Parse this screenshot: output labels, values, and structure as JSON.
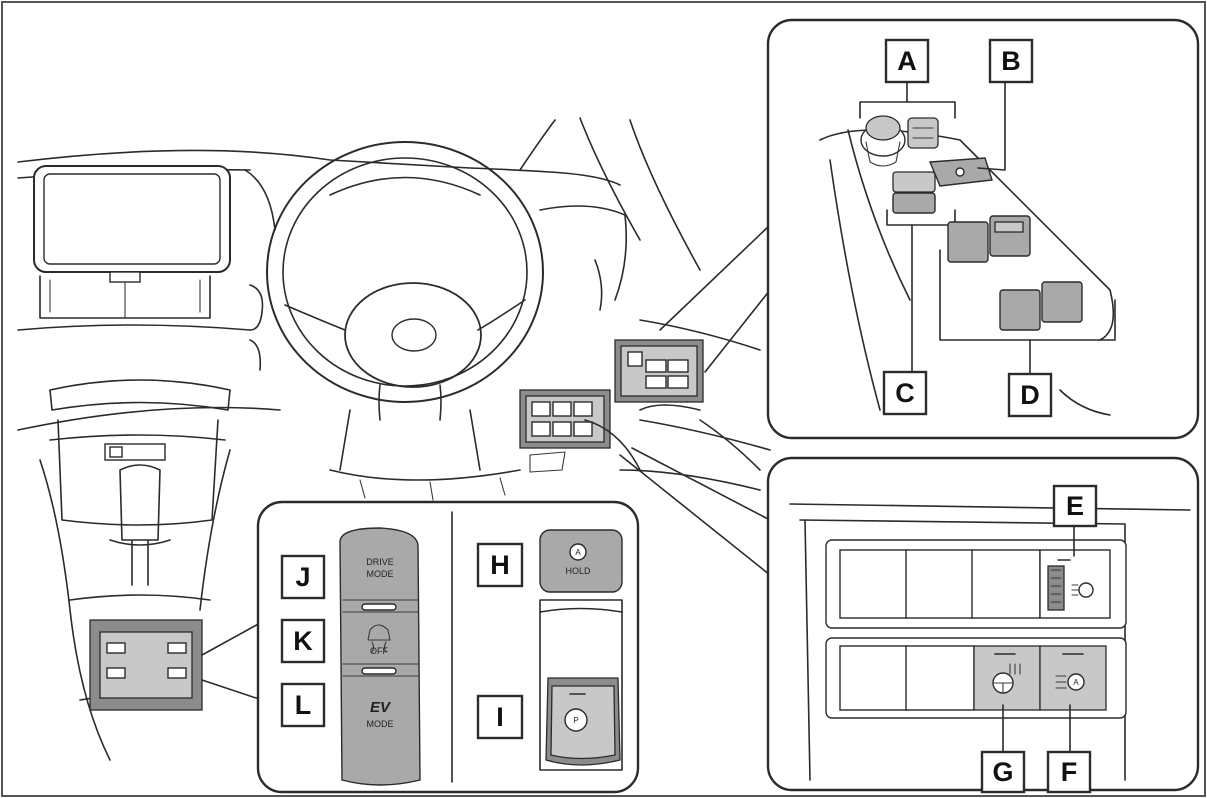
{
  "callouts": {
    "a": "A",
    "b": "B",
    "c": "C",
    "d": "D",
    "e": "E",
    "f": "F",
    "g": "G",
    "h": "H",
    "i": "I",
    "j": "J",
    "k": "K",
    "l": "L"
  },
  "buttons": {
    "drive_mode_line1": "DRIVE",
    "drive_mode_line2": "MODE",
    "vsc_off": "OFF",
    "ev_line1": "EV",
    "ev_line2": "MODE",
    "hold": "HOLD"
  },
  "colors": {
    "outline": "#2b2b2b",
    "button_gray": "#a9a9a9",
    "background": "#ffffff"
  }
}
